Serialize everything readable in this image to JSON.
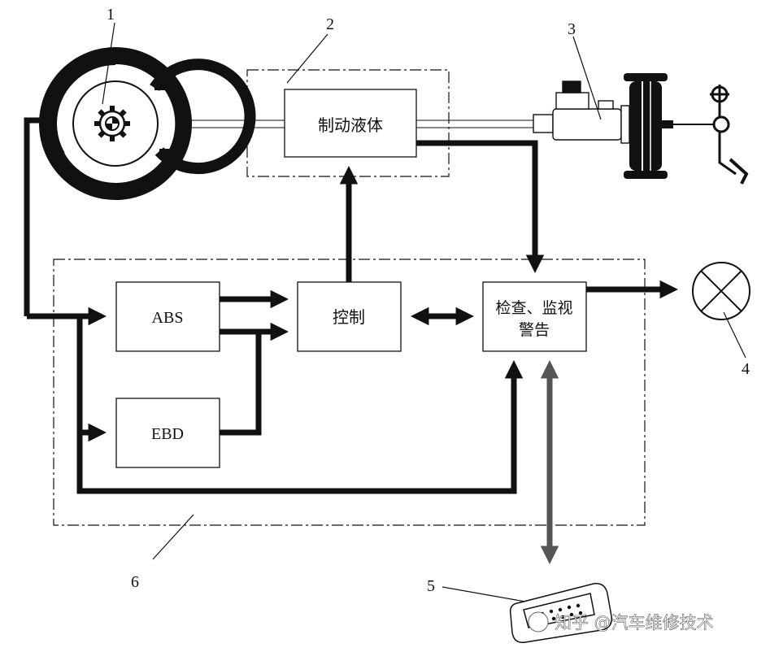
{
  "labels": {
    "brake_fluid": "制动液体",
    "abs": "ABS",
    "ebd": "EBD",
    "control": "控制",
    "check_monitor_line1": "检查、监视",
    "check_monitor_line2": "警告"
  },
  "callouts": {
    "n1": "1",
    "n2": "2",
    "n3": "3",
    "n4": "4",
    "n5": "5",
    "n6": "6"
  },
  "watermark": "知乎 @汽车维修技术",
  "icons": {
    "wheel": "brake-disc-wheel-icon",
    "sensor": "wheel-speed-sensor-gear-icon",
    "master_cylinder": "master-cylinder-icon",
    "booster": "brake-booster-icon",
    "pedal": "brake-pedal-icon",
    "lamp": "warning-lamp-icon",
    "connector": "diagnostic-connector-icon"
  },
  "colors": {
    "line": "#111111",
    "arrow_dark": "#111111",
    "arrow_grey": "#555555"
  }
}
